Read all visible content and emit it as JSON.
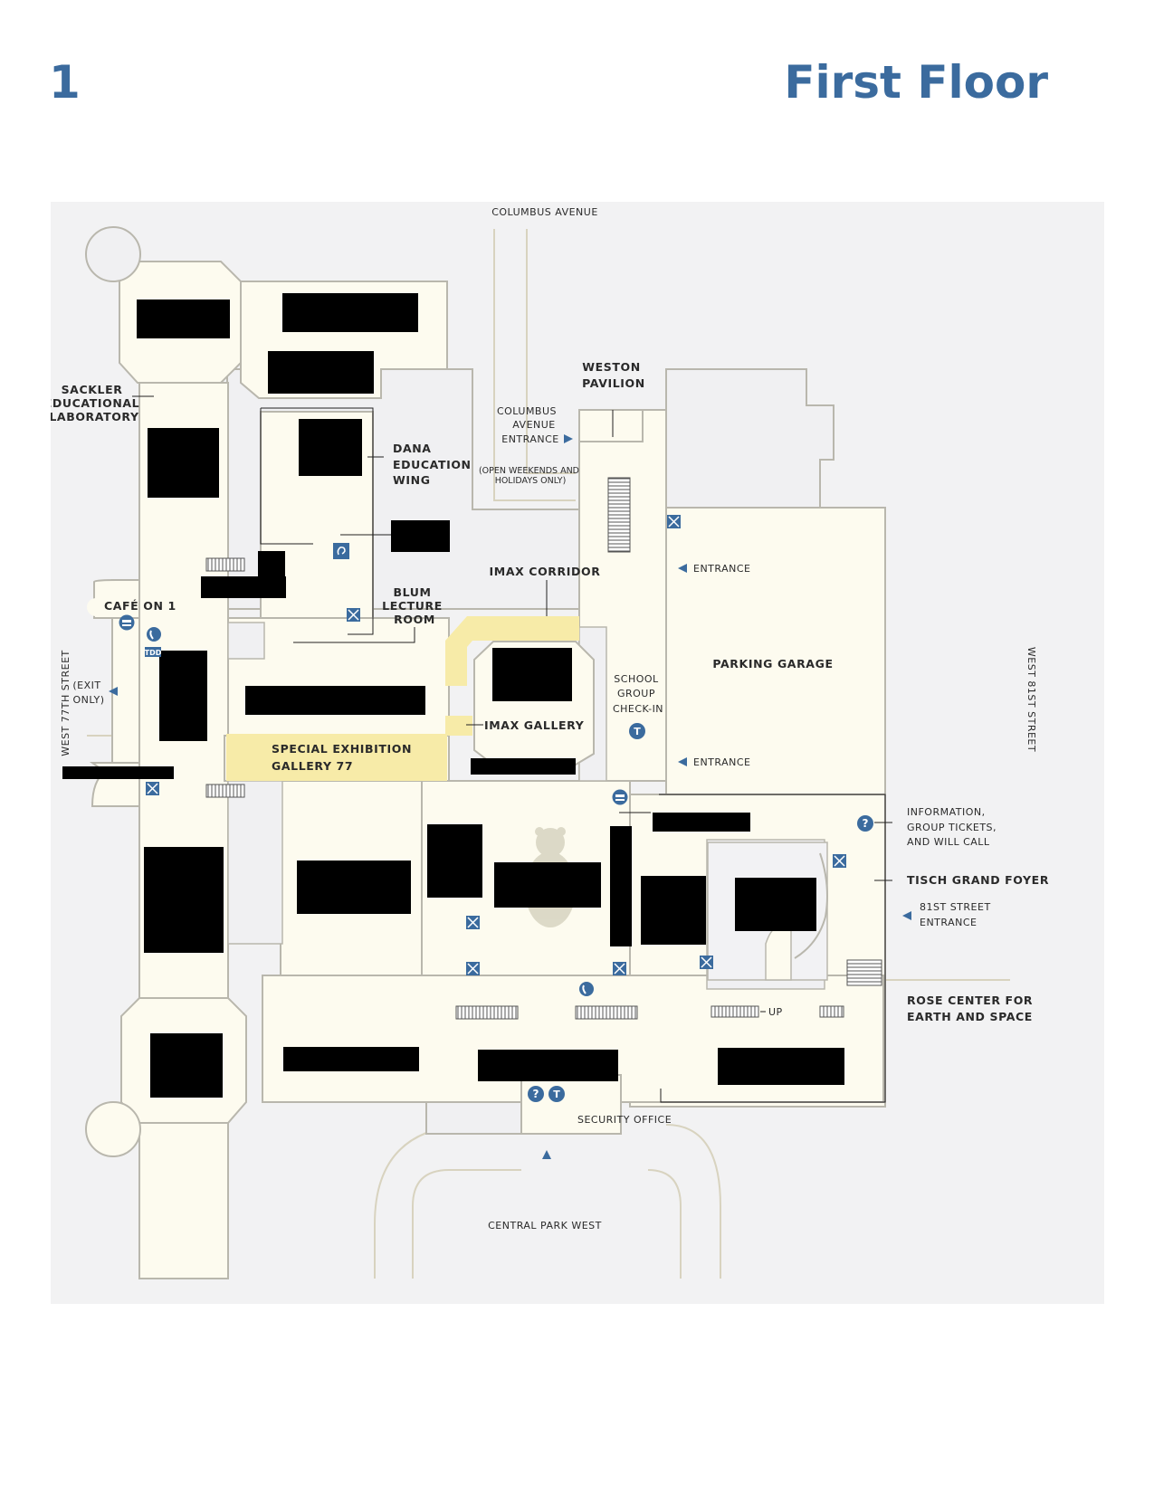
{
  "header": {
    "floor_number": "1",
    "title": "First Floor"
  },
  "streets": {
    "north": "COLUMBUS AVENUE",
    "south": "CENTRAL PARK WEST",
    "west": "WEST 77TH STREET",
    "east": "WEST 81ST STREET"
  },
  "labels": {
    "sackler": [
      "SACKLER",
      "EDUCATIONAL",
      "LABORATORY"
    ],
    "dana": [
      "DANA",
      "EDUCATION",
      "WING"
    ],
    "weston": [
      "WESTON",
      "PAVILION"
    ],
    "columbus_entrance": [
      "COLUMBUS",
      "AVENUE",
      "ENTRANCE"
    ],
    "open_weekends": [
      "(OPEN WEEKENDS AND",
      "HOLIDAYS ONLY)"
    ],
    "imax_corridor": "IMAX CORRIDOR",
    "blum": [
      "BLUM",
      "LECTURE",
      "ROOM"
    ],
    "cafe": "CAFÉ ON 1",
    "exit_only": [
      "(EXIT",
      "ONLY)"
    ],
    "tdd": "TDD",
    "special_exhibition": [
      "SPECIAL EXHIBITION",
      "GALLERY 77"
    ],
    "imax_gallery": "IMAX GALLERY",
    "school_group": [
      "SCHOOL",
      "GROUP",
      "CHECK-IN"
    ],
    "parking_garage": "PARKING GARAGE",
    "entrance_1": "ENTRANCE",
    "entrance_2": "ENTRANCE",
    "information": [
      "INFORMATION,",
      "GROUP TICKETS,",
      "AND WILL CALL"
    ],
    "tisch": "TISCH GRAND FOYER",
    "st81_entrance": [
      "81ST STREET",
      "ENTRANCE"
    ],
    "rose_center": [
      "ROSE CENTER FOR",
      "EARTH AND SPACE"
    ],
    "up": "UP",
    "security_office": "SECURITY OFFICE"
  },
  "icons": {
    "info": "?",
    "transit": "T",
    "colors": {
      "icon_blue": "#3b6b9e",
      "floor": "#fdfbef",
      "wall": "#b9b7ad",
      "highlight": "#f7eba8",
      "background": "#f2f2f3",
      "redaction": "#000000"
    }
  }
}
